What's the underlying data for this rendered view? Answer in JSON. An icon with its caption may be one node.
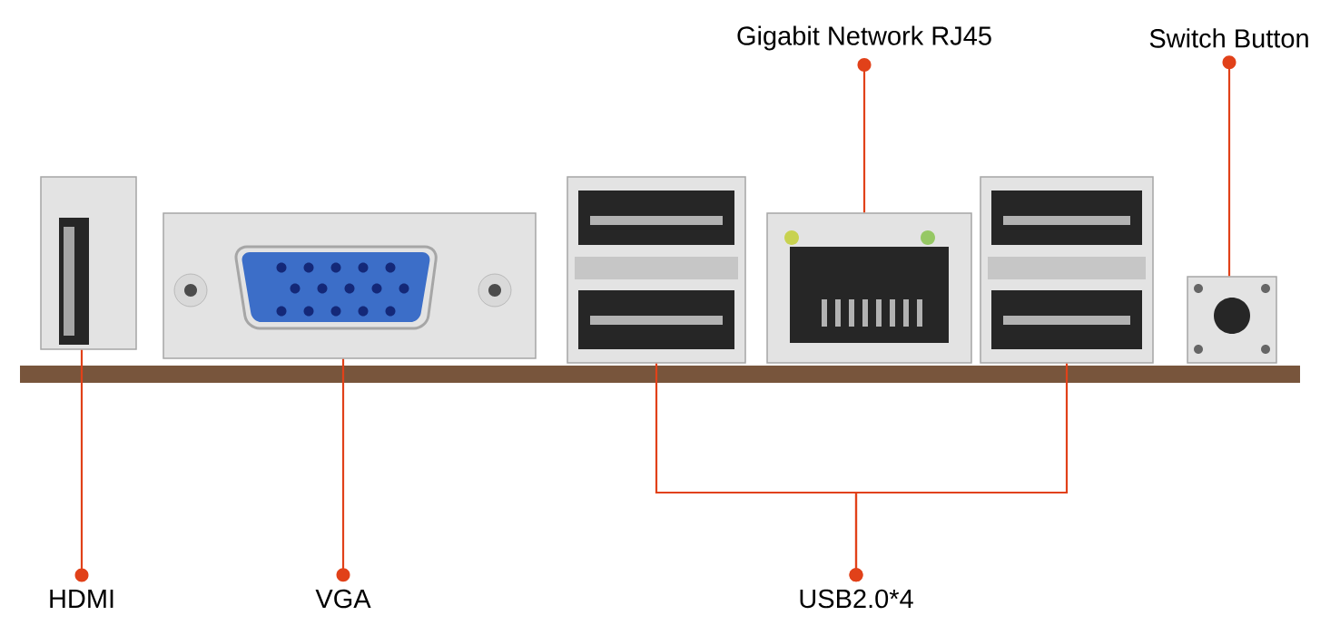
{
  "diagram": {
    "nodes": [
      {
        "text": [
          "Gigabit Network RJ45"
        ]
      },
      {
        "text": [
          "Switch Button"
        ]
      },
      {
        "text": [
          "HDMI"
        ]
      },
      {
        "text": [
          "VGA"
        ]
      },
      {
        "text": [
          "USB2.0*4"
        ]
      },
      {
        "text": [],
        "shape": "picture"
      },
      {
        "text": [],
        "shape": "picture"
      },
      {
        "text": [],
        "shape": "picture"
      },
      {
        "text": [],
        "shape": "picture"
      },
      {
        "text": [],
        "shape": "picture"
      },
      {
        "text": [],
        "shape": "picture"
      },
      {
        "text": [],
        "shape": "bar"
      }
    ],
    "edges": [
      {
        "from": 0,
        "to": 8,
        "arrow": "other"
      },
      {
        "from": 1,
        "to": 10,
        "arrow": "other"
      },
      {
        "from": 2,
        "to": 5,
        "arrow": "other"
      },
      {
        "from": 3,
        "to": 6,
        "arrow": "other"
      },
      {
        "from": 4,
        "to": 7,
        "arrow": "other"
      },
      {
        "from": 4,
        "to": 9,
        "arrow": "other"
      }
    ]
  }
}
